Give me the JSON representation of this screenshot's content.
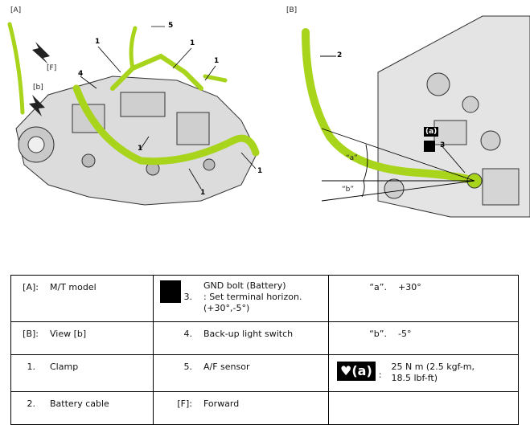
{
  "figure": {
    "panel_a_label": "[A]",
    "panel_b_label": "[B]",
    "panel_a_callouts": [
      "1",
      "1",
      "1",
      "1",
      "1",
      "1",
      "4",
      "5"
    ],
    "panel_a_view_label": "[b]",
    "panel_a_forward_label": "[F]",
    "panel_b_callouts": [
      "2",
      "3"
    ],
    "panel_b_angle_a": "“a”",
    "panel_b_angle_b": "“b”",
    "panel_b_symbol_text": "(a)",
    "harness_color": "#a8d41c"
  },
  "legend": {
    "row1": {
      "k1": "[A]:",
      "v1": "M/T model",
      "k2": "3.",
      "v2a": "GND bolt (Battery)",
      "v2b": ": Set terminal horizon.",
      "v2c": "(+30°,-5°)",
      "k3": "“a”.",
      "v3": "+30°"
    },
    "row2": {
      "k1": "[B]:",
      "v1": "View [b]",
      "k2": "4.",
      "v2": "Back-up light switch",
      "k3": "“b”.",
      "v3": "-5°"
    },
    "row3": {
      "k1": "1.",
      "v1": "Clamp",
      "k2": "5.",
      "v2": "A/F sensor",
      "sym": "(a)",
      "colon": ":",
      "v3a": "25 N   m (2.5 kgf-m,",
      "v3b": "18.5 lbf-ft)"
    },
    "row4": {
      "k1": "2.",
      "v1": "Battery cable",
      "k2": "[F]:",
      "v2": "Forward"
    }
  }
}
